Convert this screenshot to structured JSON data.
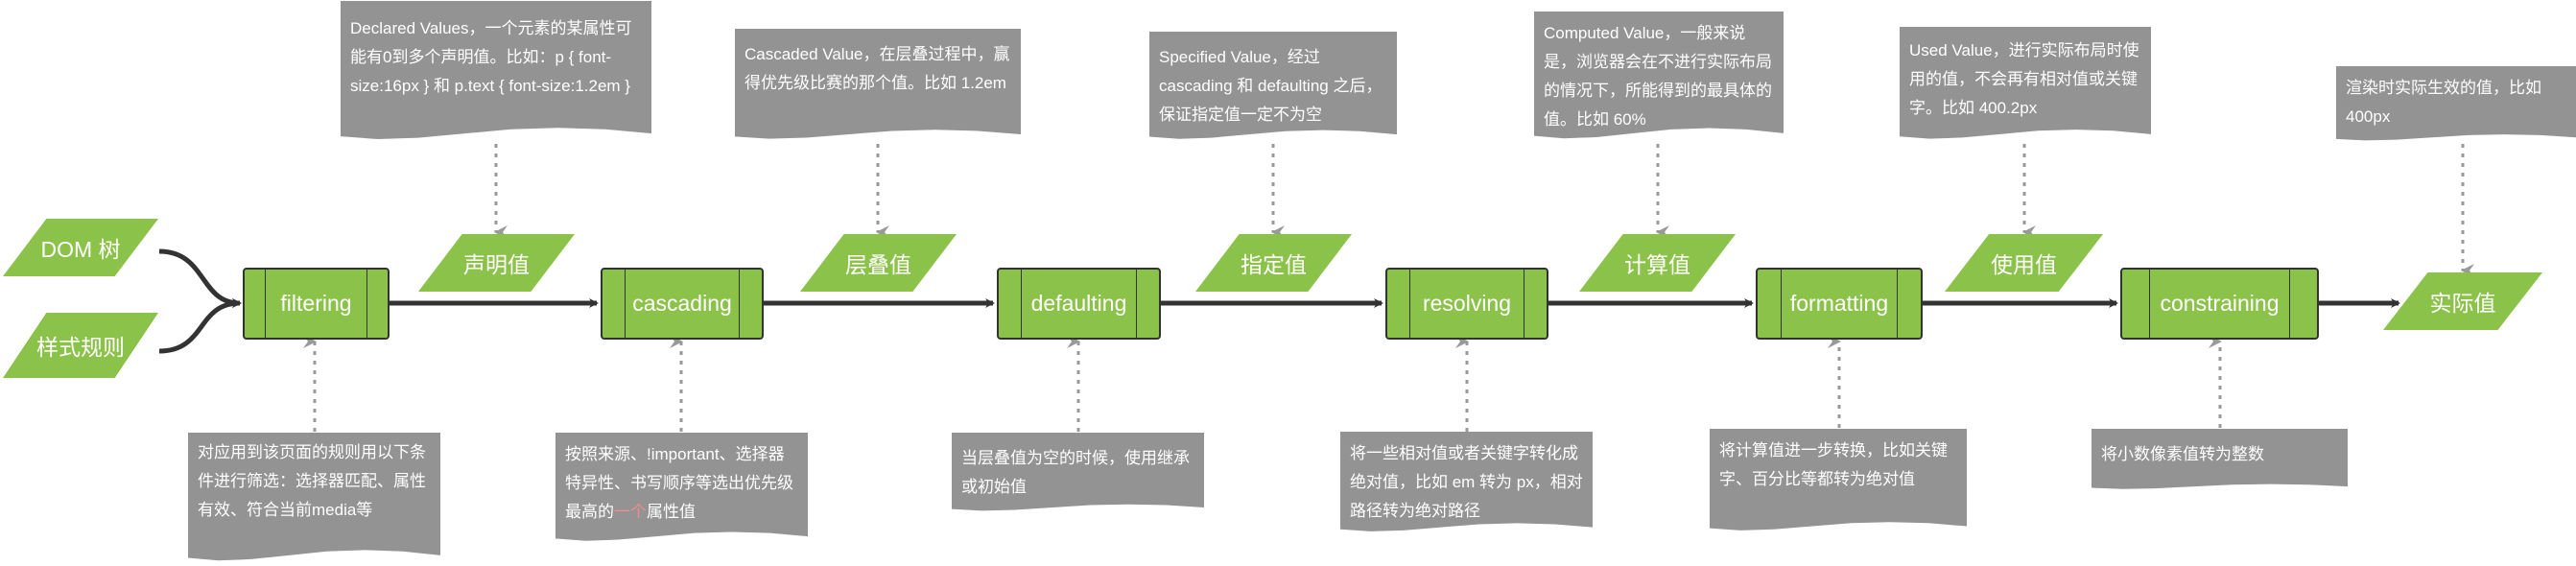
{
  "inputs": {
    "dom": "DOM 树",
    "styles": "样式规则"
  },
  "processes": {
    "filtering": "filtering",
    "cascading": "cascading",
    "defaulting": "defaulting",
    "resolving": "resolving",
    "formatting": "formatting",
    "constraining": "constraining"
  },
  "values": {
    "declared": "声明值",
    "cascaded": "层叠值",
    "specified": "指定值",
    "computed": "计算值",
    "used": "使用值",
    "actual": "实际值"
  },
  "top_notes": {
    "declared": "Declared Values，一个元素的某属性可能有0到多个声明值。比如：p { font-size:16px } 和 p.text { font-size:1.2em }",
    "cascaded": "Cascaded Value，在层叠过程中，赢得优先级比赛的那个值。比如 1.2em",
    "specified": "Specified Value，经过 cascading 和 defaulting 之后，保证指定值一定不为空",
    "computed": "Computed Value，一般来说是，浏览器会在不进行实际布局的情况下，所能得到的最具体的值。比如 60%",
    "used": "Used Value，进行实际布局时使用的值，不会再有相对值或关键字。比如 400.2px",
    "actual": "渲染时实际生效的值，比如 400px"
  },
  "bottom_notes": {
    "filtering": "对应用到该页面的规则用以下条件进行筛选：选择器匹配、属性有效、符合当前media等",
    "cascading_before": "按照来源、!important、选择器特异性、书写顺序等选出优先级最高的",
    "cascading_highlight": "一个",
    "cascading_after": "属性值",
    "defaulting": "当层叠值为空的时候，使用继承或初始值",
    "resolving": "将一些相对值或者关键字转化成绝对值，比如 em 转为 px，相对路径转为绝对路径",
    "formatting": "将计算值进一步转换，比如关键字、百分比等都转为绝对值",
    "constraining": "将小数像素值转为整数"
  },
  "colors": {
    "node": "#8bc34a",
    "note": "#939393",
    "arrow": "#333333",
    "connector": "#999999",
    "highlight": "#f28b8b"
  }
}
